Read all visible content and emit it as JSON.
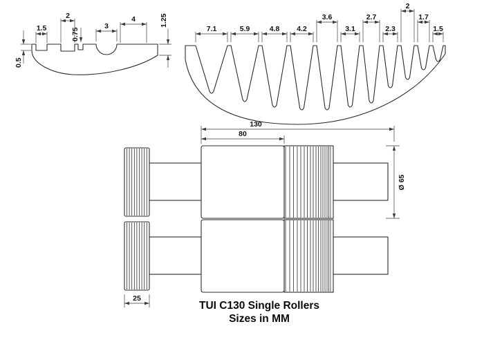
{
  "title": {
    "line1": "TUI C130 Single Rollers",
    "line2": "Sizes in MM"
  },
  "small_profile": {
    "dims": {
      "left_step": "0.5",
      "groove1": "1.5",
      "groove2": "2",
      "rib": "0.75",
      "round_notch": "3",
      "flat": "4",
      "edge_height": "1.25"
    }
  },
  "large_profile": {
    "dims": [
      "7.1",
      "5.9",
      "4.8",
      "4.2",
      "3.6",
      "3.1",
      "2.7",
      "2.3",
      "2",
      "1.7",
      "1.5"
    ]
  },
  "rollers": {
    "dims": {
      "overall_length": "130",
      "body_length": "80",
      "diameter": "Ø 65",
      "hub_width": "25"
    }
  }
}
